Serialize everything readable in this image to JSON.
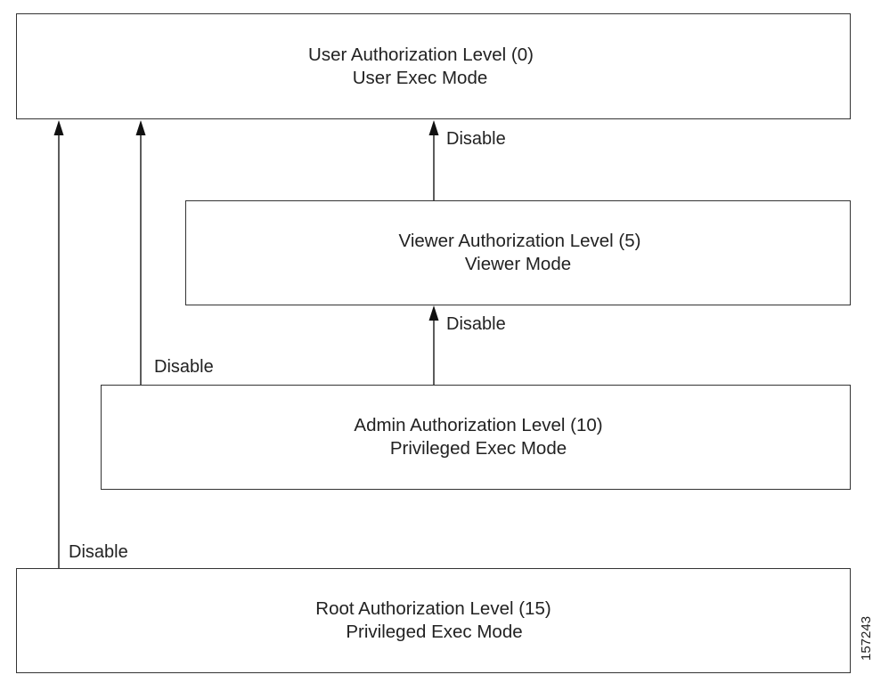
{
  "levels": {
    "user": {
      "title": "User Authorization Level (0)",
      "mode": "User Exec Mode"
    },
    "viewer": {
      "title": "Viewer Authorization Level (5)",
      "mode": "Viewer Mode"
    },
    "admin": {
      "title": "Admin Authorization Level (10)",
      "mode": "Privileged Exec Mode"
    },
    "root": {
      "title": "Root Authorization Level (15)",
      "mode": "Privileged Exec Mode"
    }
  },
  "transitions": {
    "viewer_to_user": {
      "label": "Disable"
    },
    "admin_to_viewer": {
      "label": "Disable"
    },
    "admin_to_user": {
      "label": "Disable"
    },
    "root_to_user": {
      "label": "Disable"
    }
  },
  "figure_id": "157243",
  "colors": {
    "line": "#333333",
    "text": "#222222",
    "background": "#ffffff"
  }
}
